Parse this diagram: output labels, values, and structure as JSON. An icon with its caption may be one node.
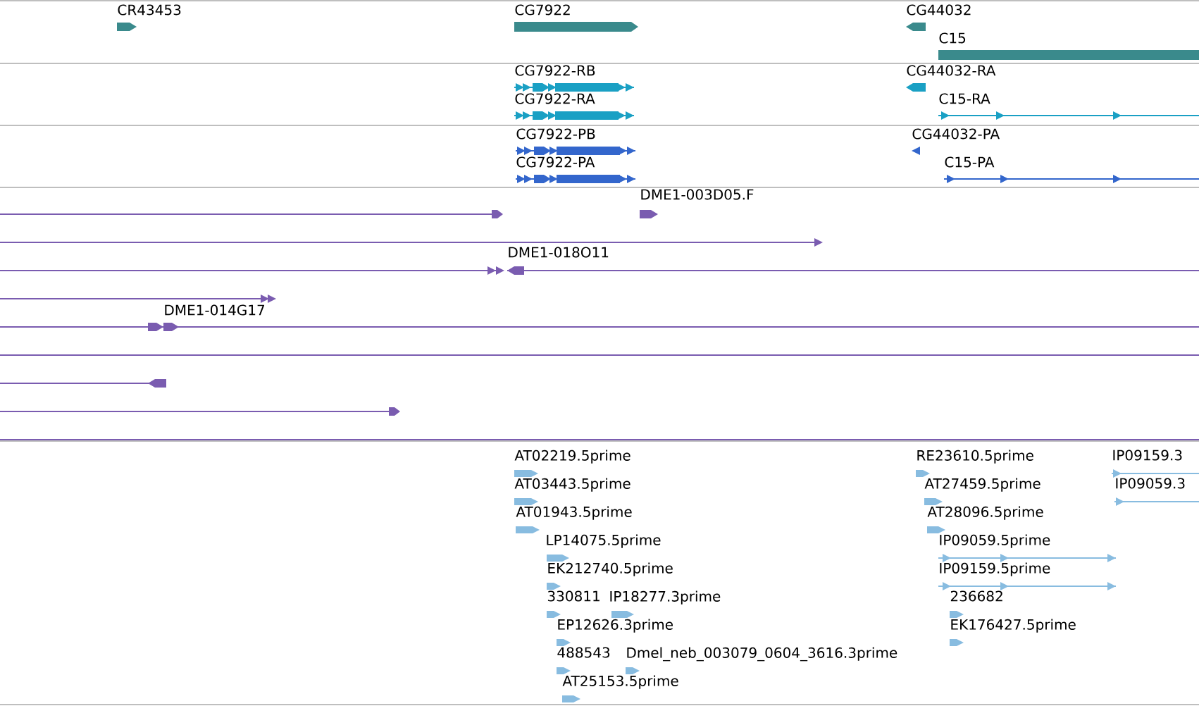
{
  "diagram": {
    "labels": [
      "CR43453",
      "CG7922",
      "CG44032",
      "C15",
      "CG7922-RB",
      "CG44032-RA",
      "CG7922-RA",
      "C15-RA",
      "CG7922-PB",
      "CG44032-PA",
      "CG7922-PA",
      "C15-PA",
      "DME1-003D05.F",
      "DME1-018O11",
      "DME1-014G17",
      "AT02219.5prime",
      "RE23610.5prime",
      "IP09159.3",
      "AT03443.5prime",
      "AT27459.5prime",
      "IP09059.3",
      "AT01943.5prime",
      "AT28096.5prime",
      "LP14075.5prime",
      "IP09059.5prime",
      "EK212740.5prime",
      "IP09159.5prime",
      "330811",
      "IP18277.3prime",
      "236682",
      "EP12626.3prime",
      "EK176427.5prime",
      "488543",
      "Dmel_neb_003079_0604_3616.3prime",
      "AT25153.5prime"
    ]
  }
}
